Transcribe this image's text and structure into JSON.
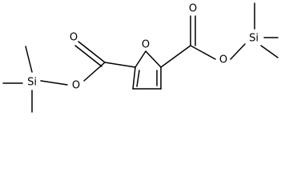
{
  "molecule": {
    "atoms": {
      "ring_oxygen": "O",
      "carbonyl_oxygen_left": "O",
      "ester_oxygen_left": "O",
      "carbonyl_oxygen_right": "O",
      "ester_oxygen_right": "O",
      "silicon_left": "Si",
      "silicon_right": "Si"
    }
  }
}
